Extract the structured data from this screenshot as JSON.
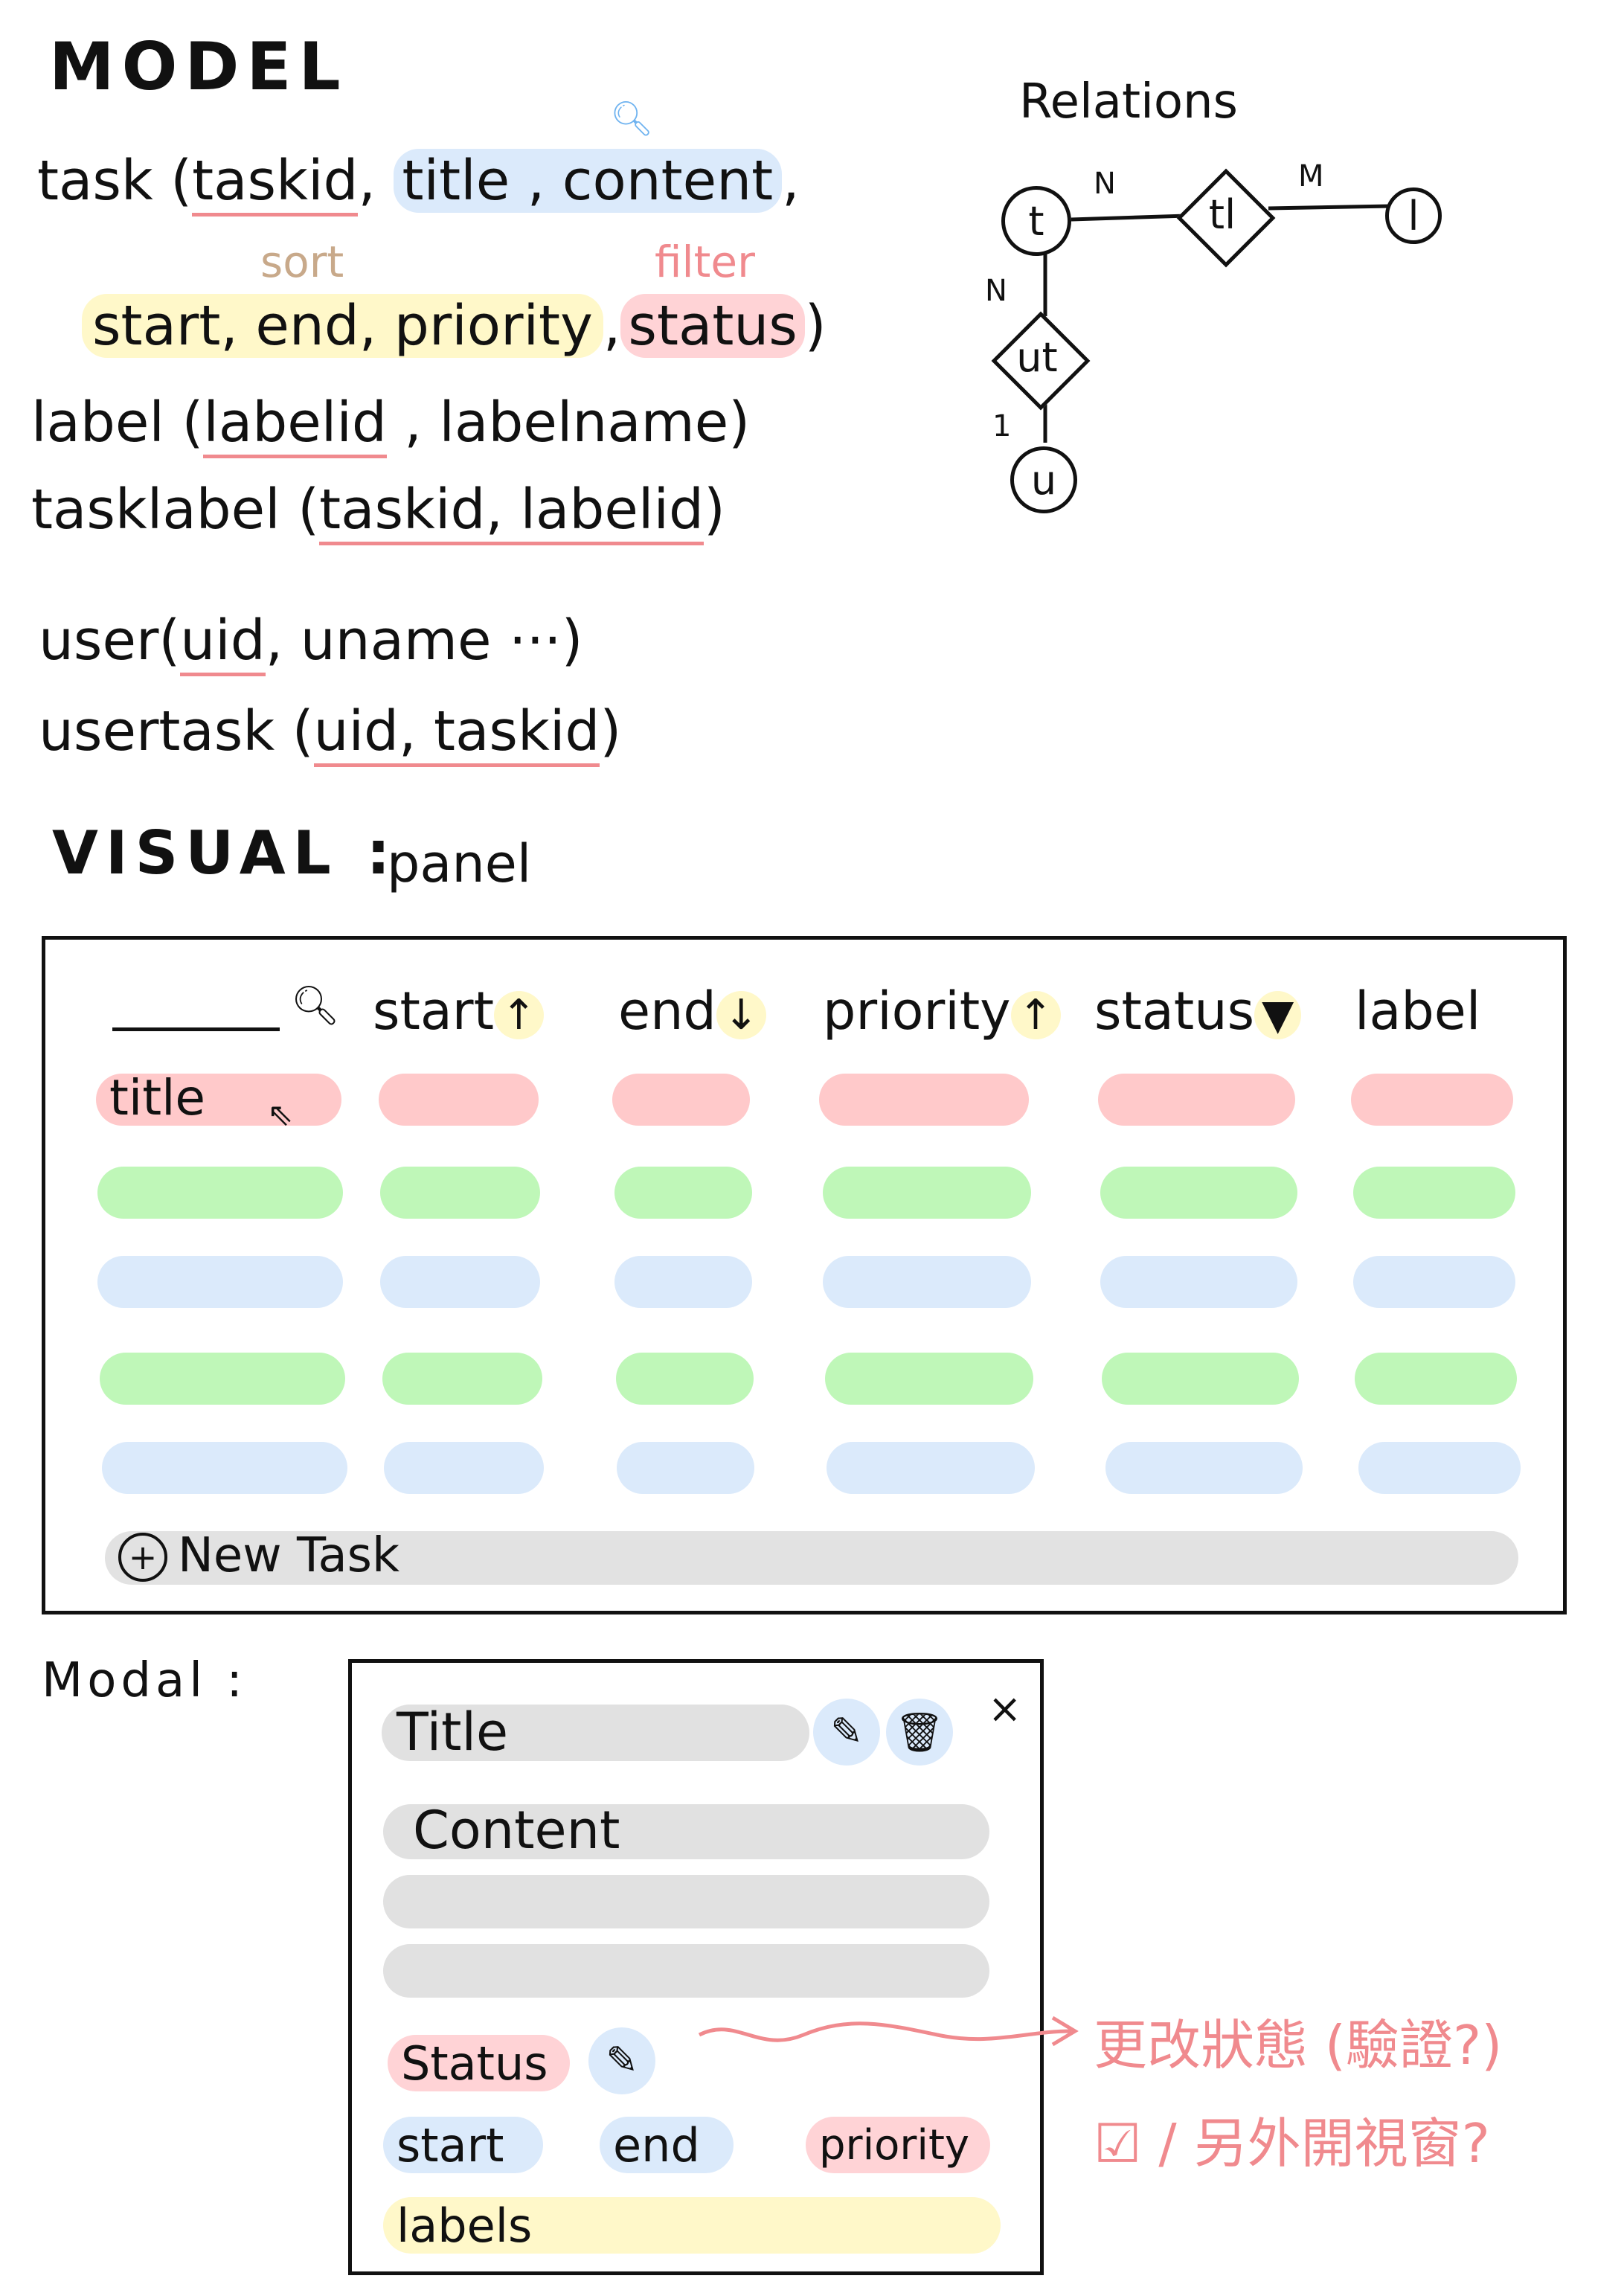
{
  "model": {
    "heading": "MODEL",
    "search_icon": "search-icon",
    "task_prefix": "task (",
    "task_taskid": "taskid",
    "task_sep": ",",
    "task_title": "title , content",
    "task_comma": ",",
    "sort_note": "sort",
    "filter_note": "filter",
    "task_fields": "start, end, priority",
    "task_status": "status",
    "task_close": ")",
    "label_prefix": "label (",
    "label_labelid": "labelid",
    "label_rest": ", labelname)",
    "tasklabel_prefix": "tasklabel (",
    "tasklabel_keys": "taskid, labelid",
    "tasklabel_close": ")",
    "user_prefix": "user(",
    "user_uid": "uid",
    "user_rest": ", uname ···)",
    "usertask_prefix": "usertask (",
    "usertask_keys": "uid, taskid",
    "usertask_close": ")"
  },
  "relations": {
    "heading": "Relations",
    "node_t": "t",
    "node_tl": "tl",
    "node_l": "l",
    "node_ut": "ut",
    "node_u": "u",
    "card_t_tl": "N",
    "card_tl_l": "M",
    "card_t_ut": "N",
    "card_ut_u": "1"
  },
  "visual": {
    "heading": "VISUAL :",
    "sub": "panel",
    "columns": [
      {
        "label": "start",
        "arrow": "↑"
      },
      {
        "label": "end",
        "arrow": "↓"
      },
      {
        "label": "priority",
        "arrow": "↑"
      },
      {
        "label": "status",
        "arrow": "▼"
      },
      {
        "label": "label",
        "arrow": ""
      }
    ],
    "title_cell": "title",
    "new_task_icon": "plus-circle-icon",
    "new_task_label": "New Task"
  },
  "modal": {
    "heading": "Modal :",
    "title": "Title",
    "content": "Content",
    "close": "×",
    "edit_icon": "pencil-icon",
    "delete_icon": "trash-icon",
    "status": "Status",
    "start": "start",
    "end": "end",
    "priority": "priority",
    "labels": "labels",
    "note_line1": "更改狀態 (驗證?)",
    "note_line2": "☑ / 另外開視窗?"
  },
  "colors": {
    "pink": "#ffc9ca",
    "green": "#bff7b8",
    "blue": "#dbeafb",
    "yellow": "#fff8c9",
    "gray": "#e1e1e1",
    "underline": "#f08a8e"
  }
}
